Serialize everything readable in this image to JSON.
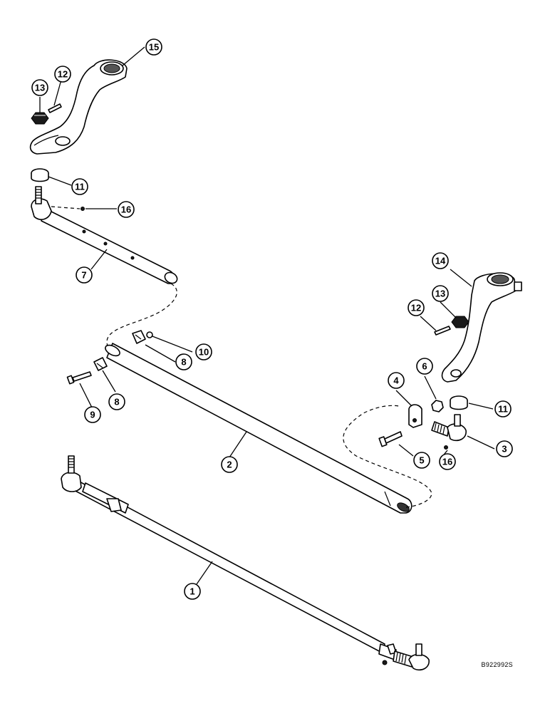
{
  "callouts": [
    {
      "id": "c15",
      "label": "15"
    },
    {
      "id": "c13a",
      "label": "13"
    },
    {
      "id": "c12a",
      "label": "12"
    },
    {
      "id": "c11a",
      "label": "11"
    },
    {
      "id": "c16a",
      "label": "16"
    },
    {
      "id": "c7",
      "label": "7"
    },
    {
      "id": "c14",
      "label": "14"
    },
    {
      "id": "c13b",
      "label": "13"
    },
    {
      "id": "c12b",
      "label": "12"
    },
    {
      "id": "c10",
      "label": "10"
    },
    {
      "id": "c8a",
      "label": "8"
    },
    {
      "id": "c8b",
      "label": "8"
    },
    {
      "id": "c9",
      "label": "9"
    },
    {
      "id": "c4",
      "label": "4"
    },
    {
      "id": "c6",
      "label": "6"
    },
    {
      "id": "c11b",
      "label": "11"
    },
    {
      "id": "c3",
      "label": "3"
    },
    {
      "id": "c5",
      "label": "5"
    },
    {
      "id": "c16b",
      "label": "16"
    },
    {
      "id": "c2",
      "label": "2"
    },
    {
      "id": "c1",
      "label": "1"
    }
  ],
  "reference_code": "B922992S"
}
